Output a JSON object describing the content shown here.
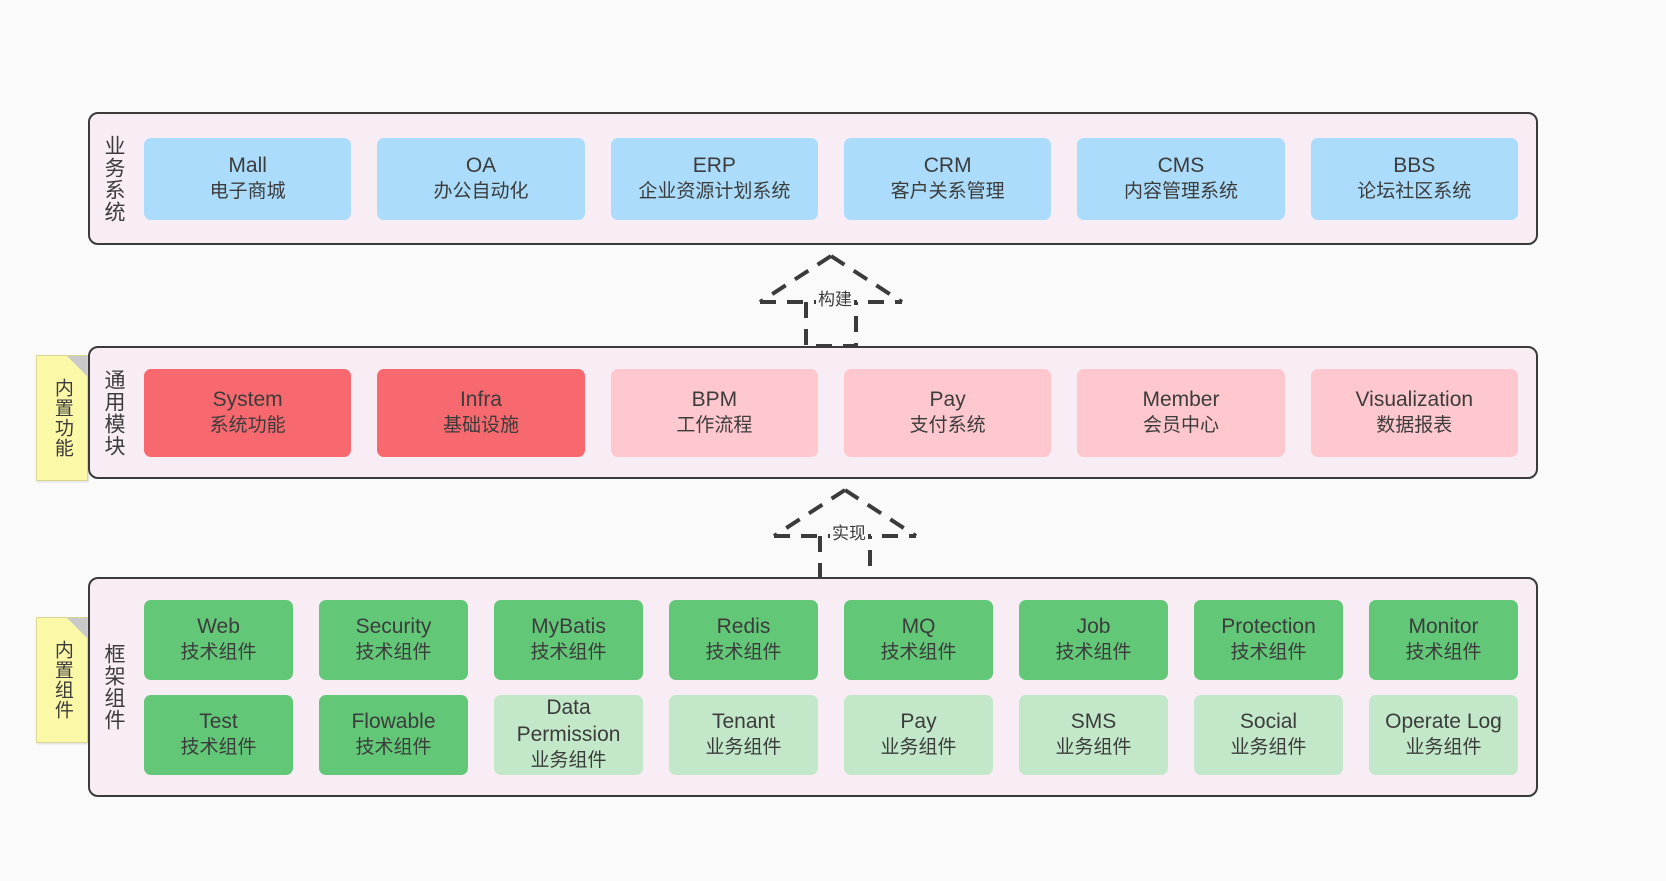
{
  "diagram": {
    "title": "",
    "colors": {
      "canvas": "#fafafa",
      "layer_bg": "#f8ecf5",
      "layer_border": "#3b3b3b",
      "business_card": "#abdcfb",
      "module_active": "#f7696e",
      "module_planned": "#ffc7ce",
      "tech_component": "#62c878",
      "business_component": "#c3e8c9",
      "note_bg": "#fbf8a8",
      "note_fold": "#c9c9c9"
    }
  },
  "layers": {
    "business": {
      "title": "业务系统",
      "cards": [
        {
          "en": "Mall",
          "cn": "电子商城"
        },
        {
          "en": "OA",
          "cn": "办公自动化"
        },
        {
          "en": "ERP",
          "cn": "企业资源计划系统"
        },
        {
          "en": "CRM",
          "cn": "客户关系管理"
        },
        {
          "en": "CMS",
          "cn": "内容管理系统"
        },
        {
          "en": "BBS",
          "cn": "论坛社区系统"
        }
      ]
    },
    "modules": {
      "title": "通用模块",
      "note": "内置功能",
      "cards": [
        {
          "en": "System",
          "cn": "系统功能",
          "style": "red"
        },
        {
          "en": "Infra",
          "cn": "基础设施",
          "style": "red"
        },
        {
          "en": "BPM",
          "cn": "工作流程",
          "style": "pinklite"
        },
        {
          "en": "Pay",
          "cn": "支付系统",
          "style": "pinklite"
        },
        {
          "en": "Member",
          "cn": "会员中心",
          "style": "pinklite"
        },
        {
          "en": "Visualization",
          "cn": "数据报表",
          "style": "pinklite"
        }
      ]
    },
    "framework": {
      "title": "框架组件",
      "note": "内置组件",
      "row1": [
        {
          "en": "Web",
          "cn": "技术组件"
        },
        {
          "en": "Security",
          "cn": "技术组件"
        },
        {
          "en": "MyBatis",
          "cn": "技术组件"
        },
        {
          "en": "Redis",
          "cn": "技术组件"
        },
        {
          "en": "MQ",
          "cn": "技术组件"
        },
        {
          "en": "Job",
          "cn": "技术组件"
        },
        {
          "en": "Protection",
          "cn": "技术组件"
        },
        {
          "en": "Monitor",
          "cn": "技术组件"
        }
      ],
      "row2": [
        {
          "en": "Test",
          "cn": "技术组件",
          "style": "green"
        },
        {
          "en": "Flowable",
          "cn": "技术组件",
          "style": "green"
        },
        {
          "en": "Data Permission",
          "cn": "业务组件",
          "style": "greenlite"
        },
        {
          "en": "Tenant",
          "cn": "业务组件",
          "style": "greenlite"
        },
        {
          "en": "Pay",
          "cn": "业务组件",
          "style": "greenlite"
        },
        {
          "en": "SMS",
          "cn": "业务组件",
          "style": "greenlite"
        },
        {
          "en": "Social",
          "cn": "业务组件",
          "style": "greenlite"
        },
        {
          "en": "Operate Log",
          "cn": "业务组件",
          "style": "greenlite"
        }
      ]
    }
  },
  "connectors": [
    {
      "id": "build",
      "label": "构建",
      "from": "modules",
      "to": "business"
    },
    {
      "id": "implement",
      "label": "实现",
      "from": "framework",
      "to": "modules"
    }
  ]
}
